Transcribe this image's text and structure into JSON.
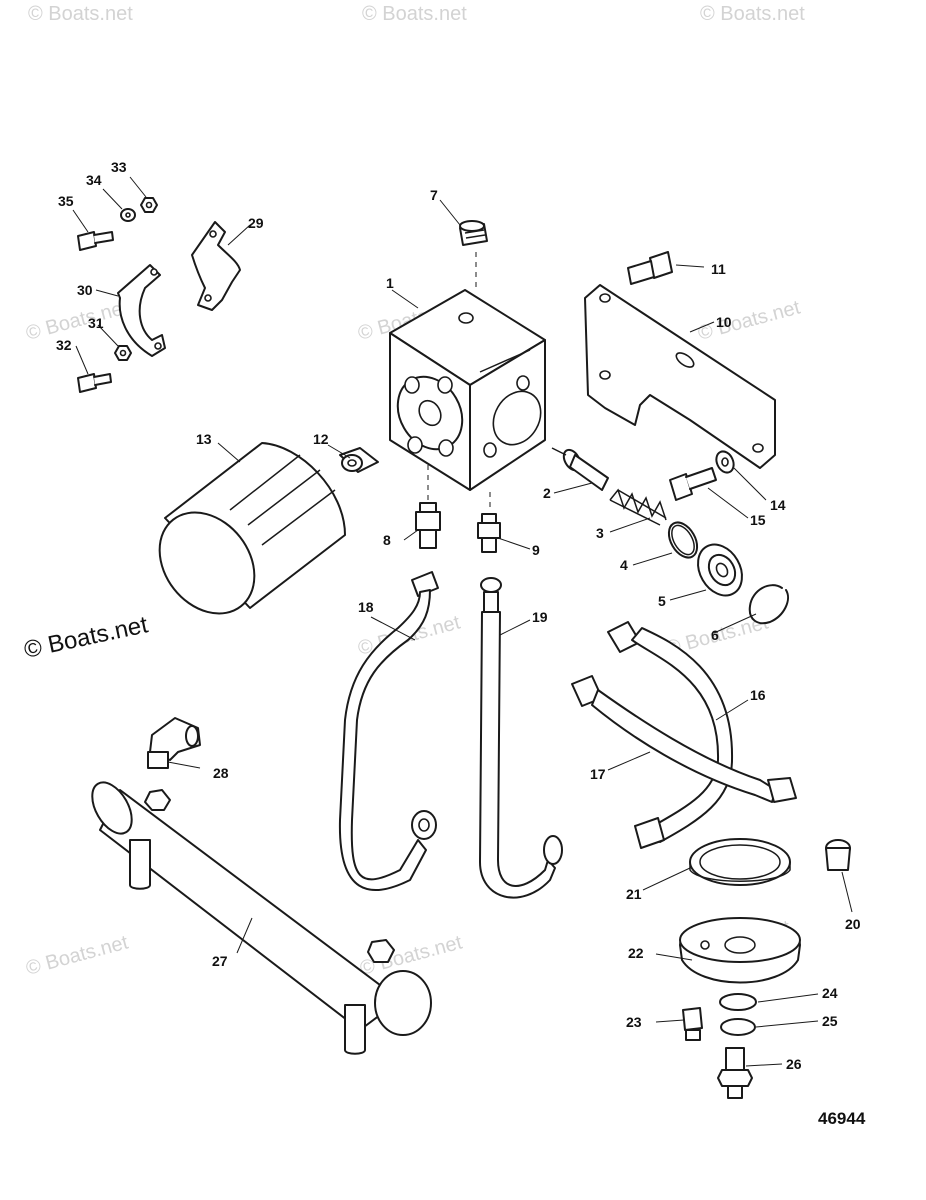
{
  "watermark_text": "© Boats.net",
  "credit_text": "© Boats.net",
  "drawing_number": "46944",
  "callouts": [
    "1",
    "2",
    "3",
    "4",
    "5",
    "6",
    "7",
    "8",
    "9",
    "10",
    "11",
    "12",
    "13",
    "14",
    "15",
    "16",
    "17",
    "18",
    "19",
    "20",
    "21",
    "22",
    "23",
    "24",
    "25",
    "26",
    "27",
    "28",
    "29",
    "30",
    "31",
    "32",
    "33",
    "34",
    "35"
  ],
  "colors": {
    "line": "#1a1a1a",
    "watermark": "#d3d3d3",
    "background": "#ffffff"
  }
}
